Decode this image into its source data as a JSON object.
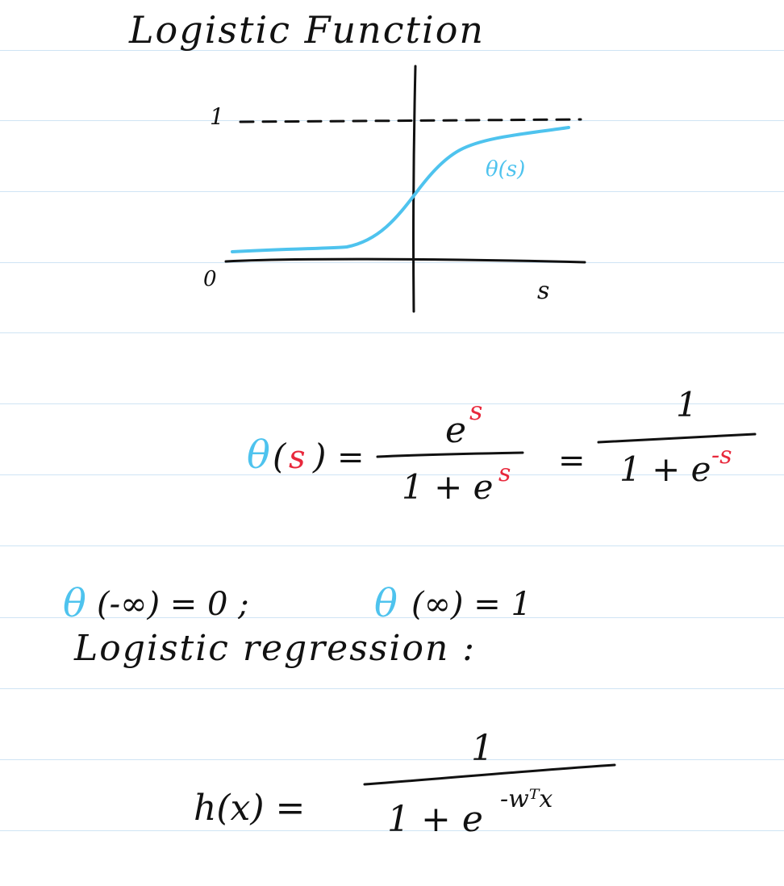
{
  "page": {
    "title": "Logistic Function",
    "subtitle": "Logistic regression :",
    "colors": {
      "ink": "#111111",
      "curve": "#4ec3ee",
      "accent_red": "#e8283c",
      "rule": "#cfe4f4"
    }
  },
  "graph": {
    "y_top_label": "1",
    "y_origin_label": "0",
    "x_axis_label": "s",
    "curve_label": "θ(s)"
  },
  "equation_main": {
    "lhs_symbol": "θ",
    "lhs_paren_open": "(",
    "lhs_var": "s",
    "lhs_paren_close": ")",
    "equals_1": "=",
    "frac1_num_base": "e",
    "frac1_num_exp": "s",
    "frac1_den_base": "1 + e",
    "frac1_den_exp": "s",
    "equals_2": "=",
    "frac2_num": "1",
    "frac2_den_base": "1 + e",
    "frac2_den_exp": "-s"
  },
  "limits": {
    "theta_1": "θ",
    "expr_1": "(-∞) = 0 ;",
    "theta_2": "θ",
    "expr_2": "(∞) = 1"
  },
  "hypothesis": {
    "lhs": "h(x) =",
    "num": "1",
    "den_base": "1 + e",
    "den_exp": "-wᵀx"
  }
}
